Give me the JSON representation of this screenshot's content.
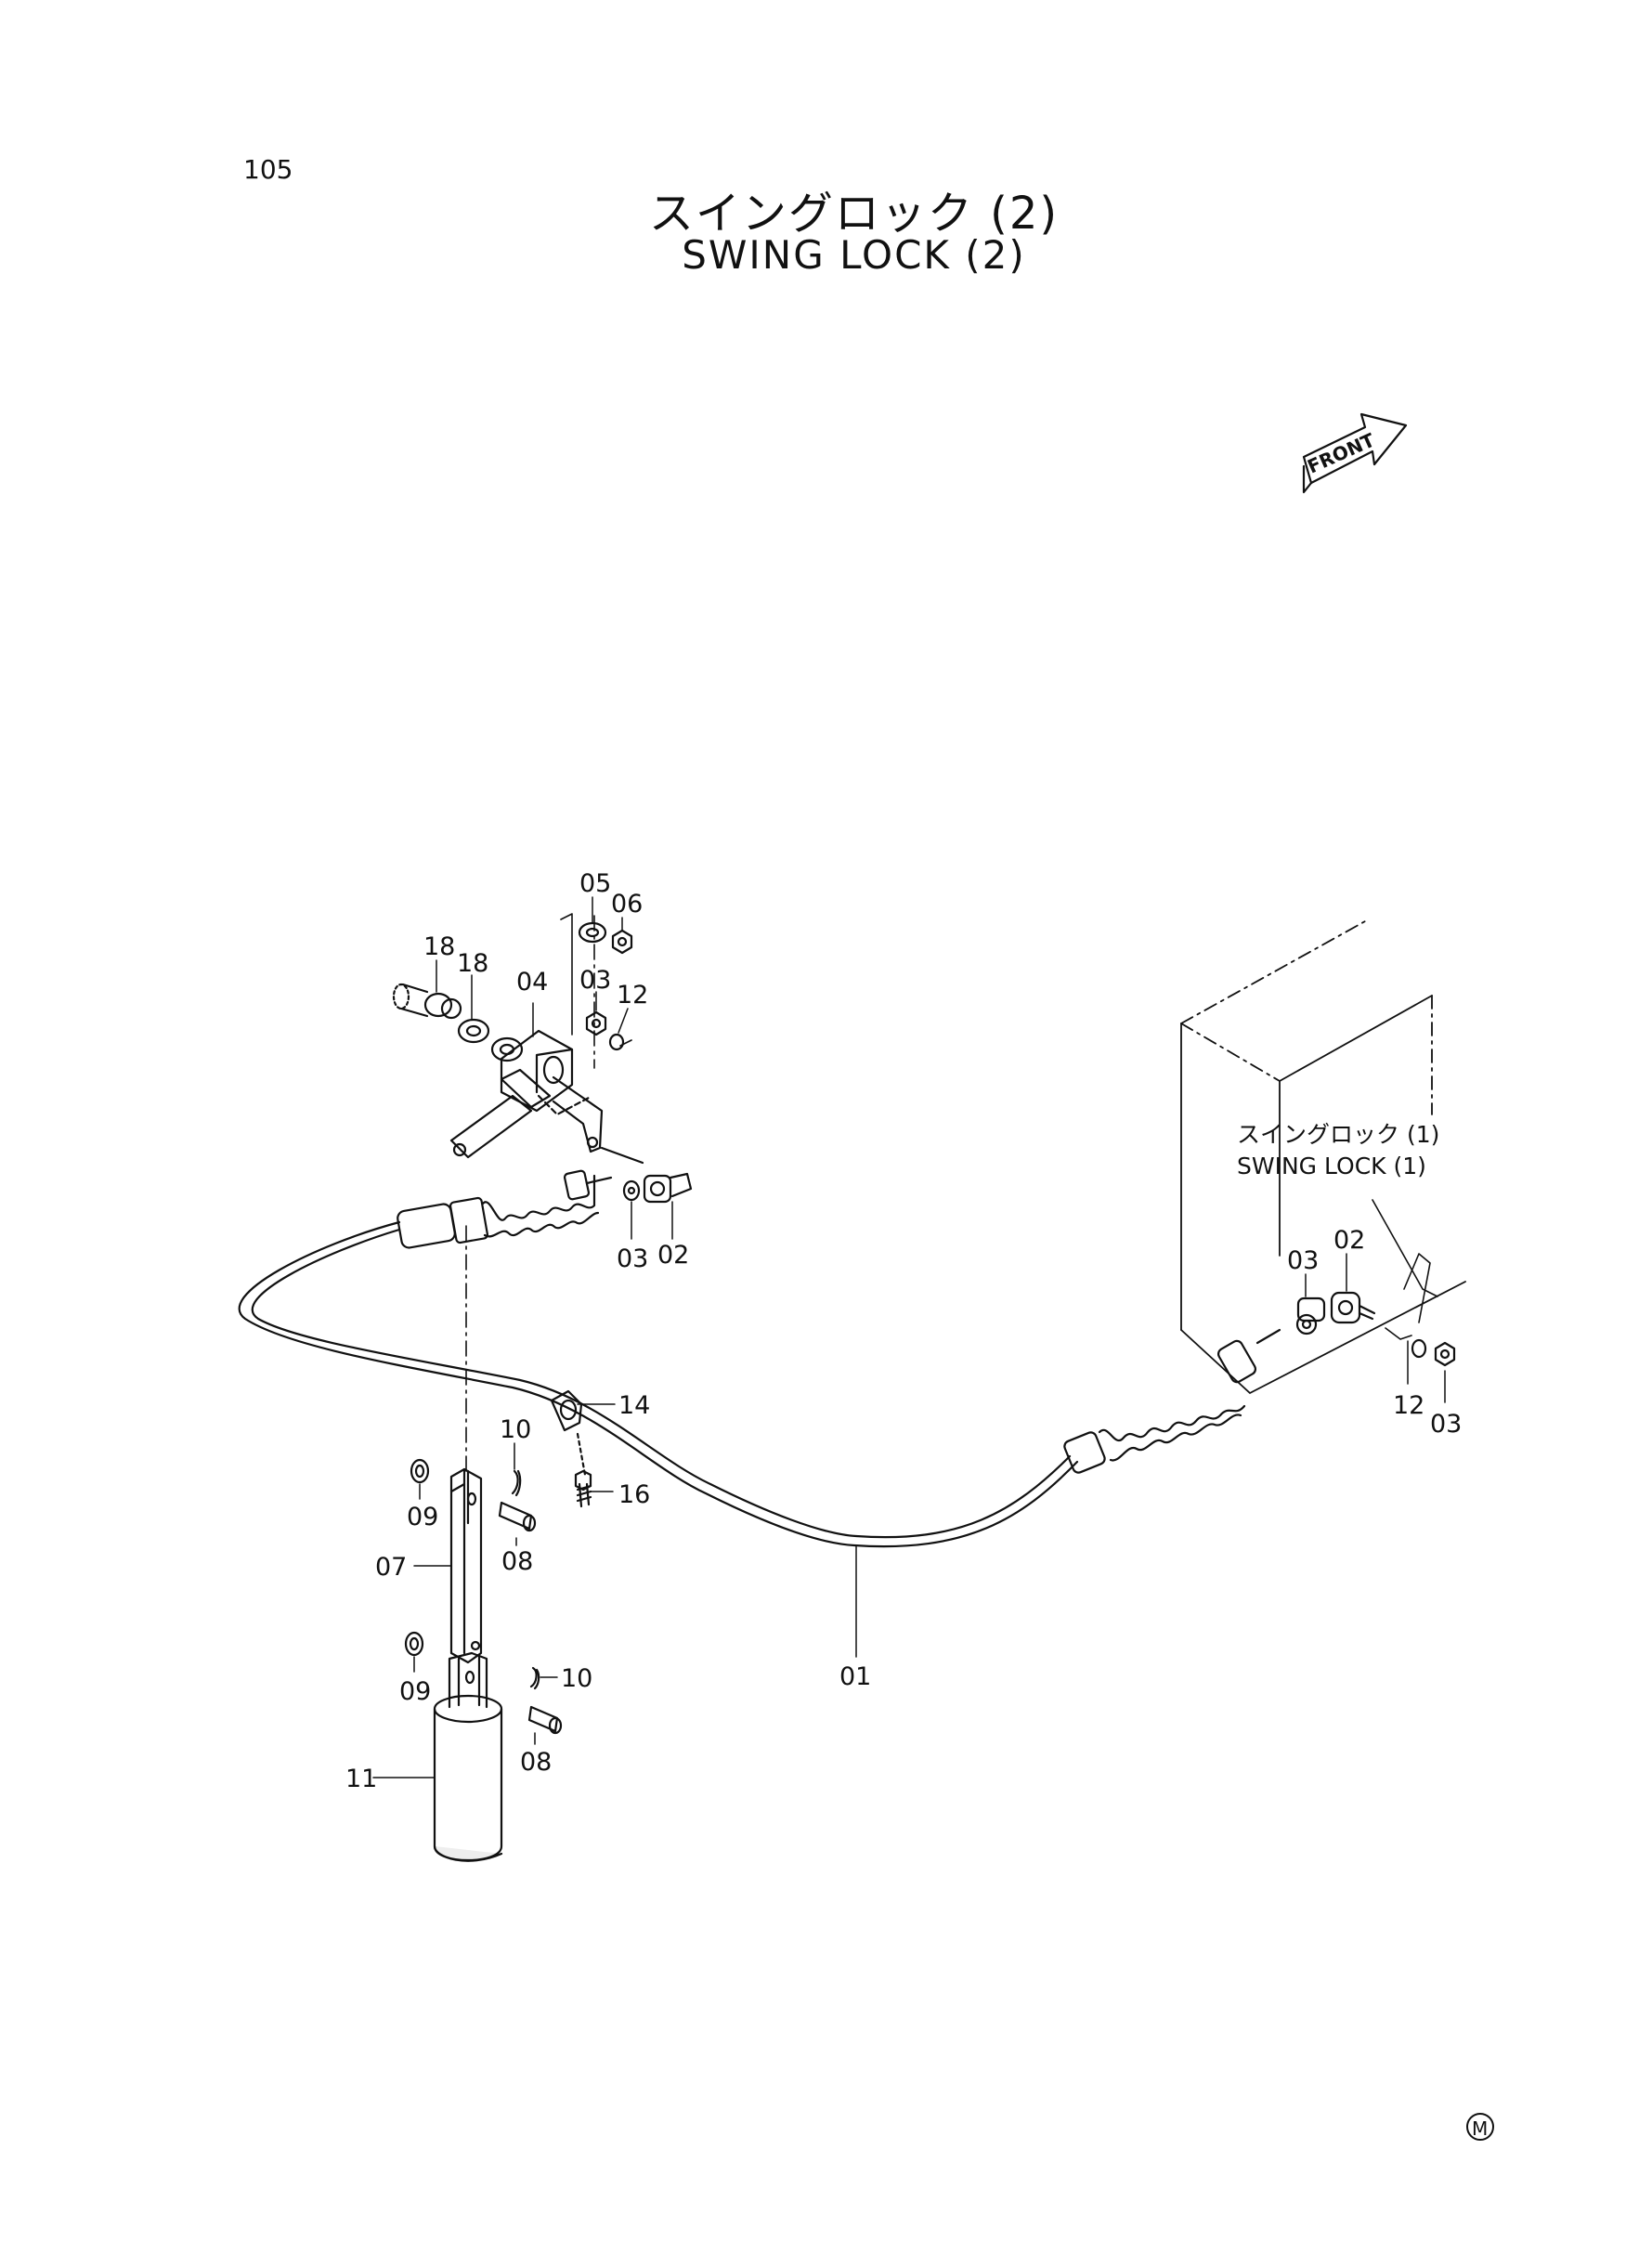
{
  "page_number": "105",
  "title_jp": "スイングロック (2)",
  "title_en": "SWING LOCK (2)",
  "front_label": "FRONT",
  "reference": {
    "jp": "スイングロック (1)",
    "en": "SWING LOCK (1)"
  },
  "part_numbers": {
    "p01": "01",
    "p02a": "02",
    "p02b": "02",
    "p03a": "03",
    "p03b": "03",
    "p03c": "03",
    "p03d": "03",
    "p04": "04",
    "p05": "05",
    "p06": "06",
    "p07": "07",
    "p08a": "08",
    "p08b": "08",
    "p09a": "09",
    "p09b": "09",
    "p10a": "10",
    "p10b": "10",
    "p11": "11",
    "p12a": "12",
    "p12b": "12",
    "p14": "14",
    "p16": "16",
    "p18a": "18",
    "p18b": "18"
  },
  "corner_mark": "M"
}
